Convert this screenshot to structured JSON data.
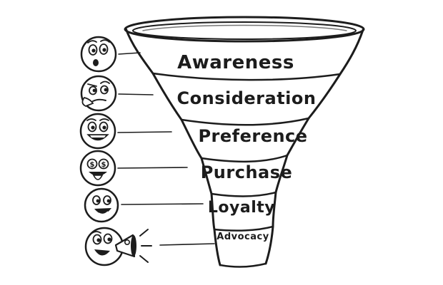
{
  "funnel": {
    "stages": [
      {
        "id": "awareness",
        "label": "Awareness",
        "face": "surprised"
      },
      {
        "id": "consideration",
        "label": "Consideration",
        "face": "thinking"
      },
      {
        "id": "preference",
        "label": "Preference",
        "face": "grinning"
      },
      {
        "id": "purchase",
        "label": "Purchase",
        "face": "money-eyes"
      },
      {
        "id": "loyalty",
        "label": "Loyalty",
        "face": "happy"
      },
      {
        "id": "advocacy",
        "label": "Advocacy",
        "face": "shouting-megaphone"
      }
    ]
  },
  "colors": {
    "ink": "#1c1c1c",
    "background": "#ffffff",
    "face_fill": "#ffffff"
  }
}
